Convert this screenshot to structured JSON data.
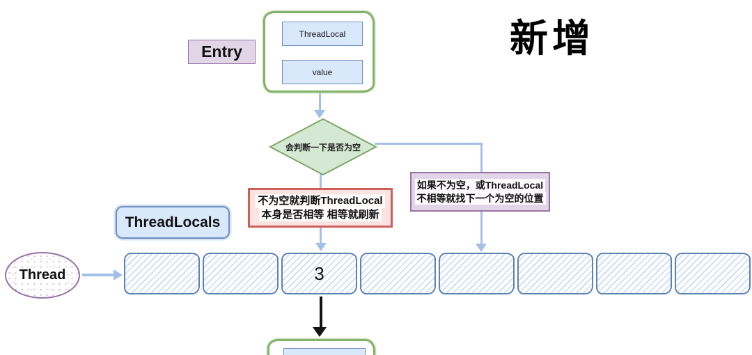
{
  "title": "新增",
  "entry": {
    "label": "Entry"
  },
  "entry_node": {
    "fields": [
      "ThreadLocal",
      "value"
    ]
  },
  "decision": {
    "label": "会判断一下是否为空"
  },
  "refresh_note": {
    "line1": "不为空就判断ThreadLocal",
    "line2": "本身是否相等 相等就刷新"
  },
  "probe_note": {
    "line1": "如果不为空，或ThreadLocal",
    "line2": "不相等就找下一个为空的位置"
  },
  "threadlocals": {
    "label": "ThreadLocals"
  },
  "thread": {
    "label": "Thread"
  },
  "slots": {
    "cells": [
      "",
      "",
      "3",
      "",
      "",
      "",
      "",
      ""
    ]
  },
  "colors": {
    "blue_fill": "#dae8fc",
    "blue_border": "#6c8ebf",
    "green_fill": "#d5e8d4",
    "green_border": "#82b366",
    "purple_fill": "#e1d5e7",
    "purple_border": "#9673a6",
    "red_fill": "#fbe3e1",
    "red_border": "#c9605b",
    "arrow": "#a4c0e8"
  }
}
